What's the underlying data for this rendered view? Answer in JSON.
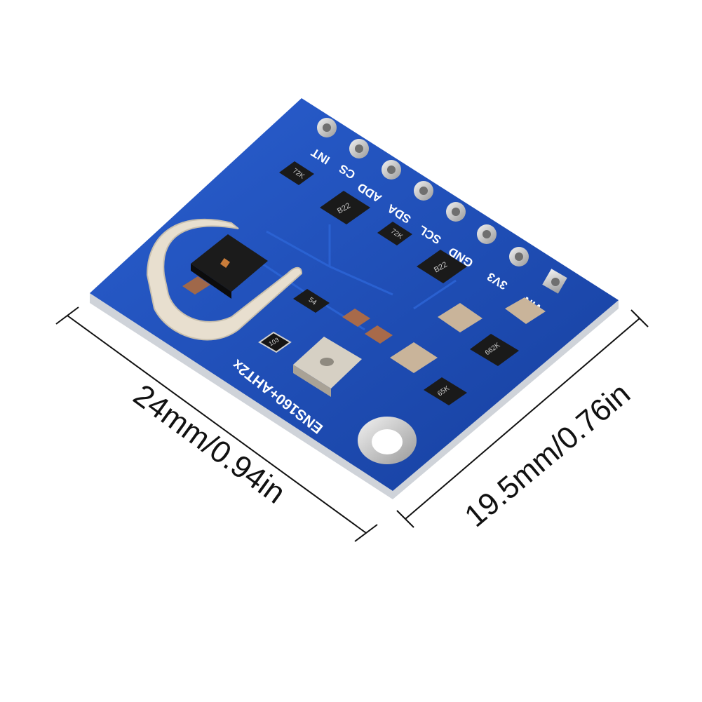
{
  "board": {
    "name_label": "ENS160+AHT2x",
    "pins": [
      "INT",
      "CS",
      "ADD",
      "SDA",
      "SCL",
      "GND",
      "3V3",
      "VIN"
    ],
    "chip_marks": {
      "sot_a": "72K",
      "sot_b": "72K",
      "mosfet_a": "B22",
      "mosfet_b": "B22",
      "diode": "54",
      "resistor": "103",
      "regulator_a": "65K",
      "regulator_b": "662K"
    },
    "colors": {
      "pcb": "#1f4fb8",
      "pcb_edge": "#d9dde3",
      "silkscreen": "#ffffff",
      "pad": "#c9c9c9"
    }
  },
  "dimensions": {
    "width_label": "24mm/0.94in",
    "height_label": "19.5mm/0.76in"
  }
}
